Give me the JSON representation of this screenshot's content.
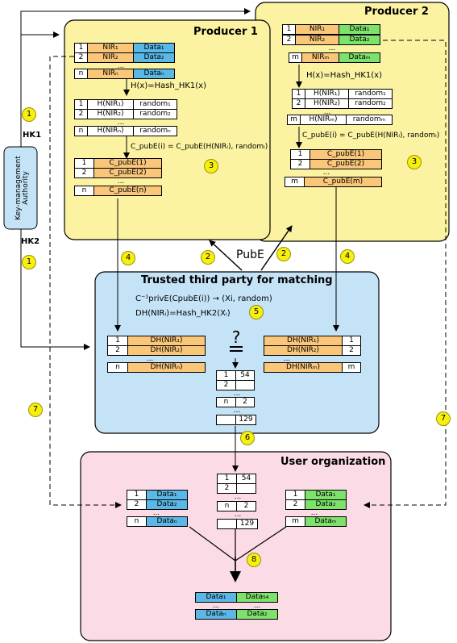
{
  "producer1": {
    "title": "Producer 1",
    "table1": {
      "rows": [
        {
          "idx": "1",
          "nir": "NIR₁",
          "data": "Data₁"
        },
        {
          "idx": "2",
          "nir": "NIR₂",
          "data": "Data₂"
        },
        {
          "idx": "n",
          "nir": "NIRₙ",
          "data": "Dataₙ"
        }
      ],
      "ellipsis": "..."
    },
    "hash_formula": "H(x)=Hash_HK1(x)",
    "table2": {
      "rows": [
        {
          "idx": "1",
          "h": "H(NIR₁)",
          "r": "random₁"
        },
        {
          "idx": "2",
          "h": "H(NIR₂)",
          "r": "random₂"
        },
        {
          "idx": "n",
          "h": "H(NIRₙ)",
          "r": "randomₙ"
        }
      ],
      "ellipsis": "..."
    },
    "enc_formula": "C_pubE(i) = C_pubE(H(NIRᵢ), randomᵢ)",
    "table3": {
      "rows": [
        {
          "idx": "1",
          "c": "C_pubE(1)"
        },
        {
          "idx": "2",
          "c": "C_pubE(2)"
        },
        {
          "idx": "n",
          "c": "C_pubE(n)"
        }
      ],
      "ellipsis": "..."
    }
  },
  "producer2": {
    "title": "Producer 2",
    "table1": {
      "rows": [
        {
          "idx": "1",
          "nir": "NIR₁",
          "data": "Data₁"
        },
        {
          "idx": "2",
          "nir": "NIR₂",
          "data": "Data₂"
        },
        {
          "idx": "m",
          "nir": "NIRₘ",
          "data": "Dataₘ"
        }
      ],
      "ellipsis": "..."
    },
    "hash_formula": "H(x)=Hash_HK1(x)",
    "table2": {
      "rows": [
        {
          "idx": "1",
          "h": "H(NIR₁)",
          "r": "random₁"
        },
        {
          "idx": "2",
          "h": "H(NIR₂)",
          "r": "random₂"
        },
        {
          "idx": "m",
          "h": "H(NIRₘ)",
          "r": "randomₘ"
        }
      ],
      "ellipsis": "..."
    },
    "enc_formula": "C_pubE(i) = C_pubE(H(NIRᵢ), randomᵢ)",
    "table3": {
      "rows": [
        {
          "idx": "1",
          "c": "C_pubE(1)"
        },
        {
          "idx": "2",
          "c": "C_pubE(2)"
        },
        {
          "idx": "m",
          "c": "C_pubE(m)"
        }
      ],
      "ellipsis": "..."
    }
  },
  "kma": {
    "label": "Key-management Authority",
    "hk1": "HK1",
    "hk2": "HK2"
  },
  "pube_label": "PubE",
  "ttp": {
    "title": "Trusted third party for matching",
    "formula1": "C⁻¹privE(CpubE(i)) → (Xi, random)",
    "formula2": "DH(NIRᵢ)=Hash_HK2(Xᵢ)",
    "left_table": {
      "rows": [
        {
          "idx": "1",
          "dh": "DH(NIR₁)"
        },
        {
          "idx": "2",
          "dh": "DH(NIR₂)"
        },
        {
          "idx": "n",
          "dh": "DH(NIRₙ)"
        }
      ],
      "ellipsis": "..."
    },
    "right_table": {
      "rows": [
        {
          "idx": "1",
          "dh": "DH(NIR₁)"
        },
        {
          "idx": "2",
          "dh": "DH(NIR₂)"
        },
        {
          "idx": "m",
          "dh": "DH(NIRₘ)"
        }
      ],
      "ellipsis": "..."
    },
    "match_symbol": "?",
    "match_rows": [
      {
        "a": "1",
        "b": "54"
      },
      {
        "a": "2",
        "b": ""
      },
      {
        "a": "n",
        "b": "2"
      },
      {
        "a": "",
        "b": "129"
      }
    ],
    "ellipsis": "..."
  },
  "user": {
    "title": "User organization",
    "match_rows": [
      {
        "a": "1",
        "b": "54"
      },
      {
        "a": "2",
        "b": ""
      },
      {
        "a": "n",
        "b": "2"
      },
      {
        "a": "",
        "b": "129"
      }
    ],
    "left_table": {
      "rows": [
        {
          "idx": "1",
          "data": "Data₁"
        },
        {
          "idx": "2",
          "data": "Data₂"
        },
        {
          "idx": "n",
          "data": "Dataₙ"
        }
      ]
    },
    "right_table": {
      "rows": [
        {
          "idx": "1",
          "data": "Data₁"
        },
        {
          "idx": "2",
          "data": "Data₂"
        },
        {
          "idx": "m",
          "data": "Dataₘ"
        }
      ]
    },
    "result_rows": [
      {
        "a": "Data₁",
        "b": "Data₅₄"
      },
      {
        "a": "Dataₙ",
        "b": "Data₂"
      }
    ],
    "ellipsis": "..."
  },
  "step_numbers": {
    "one": "1",
    "two": "2",
    "three": "3",
    "four": "4",
    "five": "5",
    "six": "6",
    "seven": "7",
    "eight": "8"
  },
  "colors": {
    "producer_bg": "#fbf3a1",
    "ttp_bg": "#c4e3f7",
    "user_bg": "#fbdbe6",
    "orange": "#f9c67a",
    "blue": "#5bb7e6",
    "green": "#7de26b",
    "step_badge": "#f6ef0f"
  }
}
